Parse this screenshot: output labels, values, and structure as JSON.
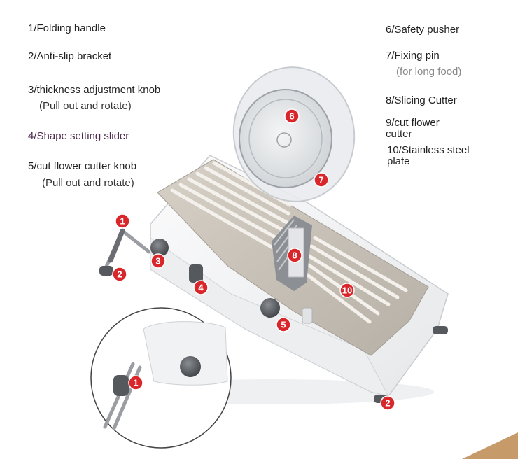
{
  "labels": {
    "l1": "1/Folding handle",
    "l2": "2/Anti-slip bracket",
    "l3": "3/thickness adjustment knob",
    "l3_sub": "(Pull out and rotate)",
    "l4": "4/Shape setting slider",
    "l5": "5/cut flower cutter knob",
    "l5_sub": "(Pull out and rotate)",
    "l6": "6/Safety pusher",
    "l7": "7/Fixing pin",
    "l7_sub": "(for long food)",
    "l8": "8/Slicing Cutter",
    "l9_line1": "9/cut flower",
    "l9_line2": "cutter",
    "l10_line1": "10/Stainless steel",
    "l10_line2": "plate"
  },
  "markers": [
    {
      "id": "m1",
      "text": "1"
    },
    {
      "id": "m2",
      "text": "2"
    },
    {
      "id": "m3",
      "text": "3"
    },
    {
      "id": "m4",
      "text": "4"
    },
    {
      "id": "m5",
      "text": "5"
    },
    {
      "id": "m6",
      "text": "6"
    },
    {
      "id": "m7",
      "text": "7"
    },
    {
      "id": "m8",
      "text": "8"
    },
    {
      "id": "m10",
      "text": "10"
    },
    {
      "id": "m1b",
      "text": "1"
    },
    {
      "id": "m2b",
      "text": "2"
    }
  ],
  "colors": {
    "marker": "#d8262a",
    "body": "#f3f4f5",
    "steel": "#c9c2b8",
    "knob": "#5a5d62"
  }
}
